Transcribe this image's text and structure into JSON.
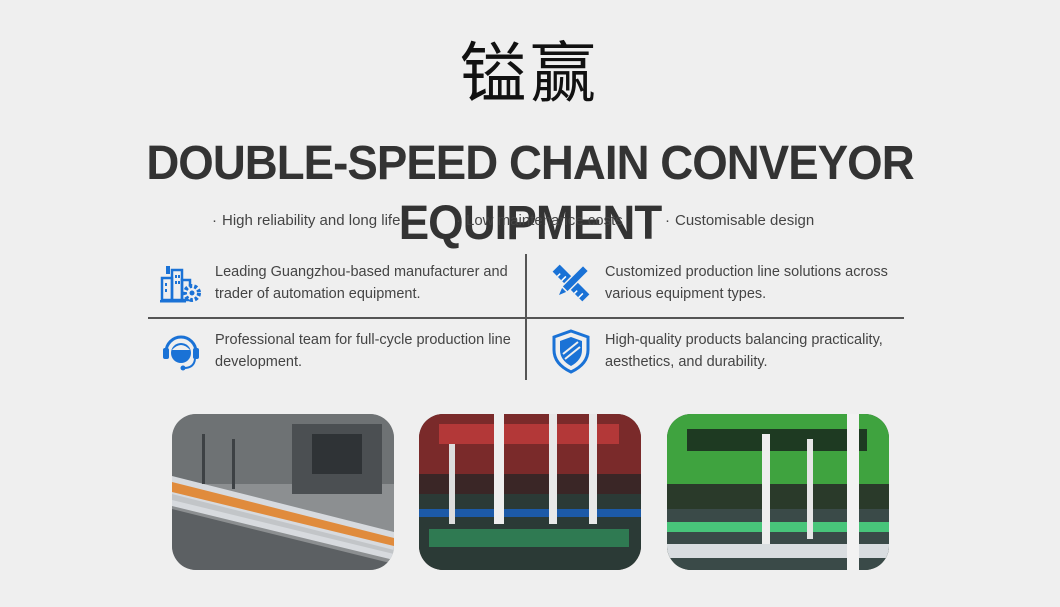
{
  "brand": {
    "logo_text": "镒赢"
  },
  "headline": "DOUBLE-SPEED CHAIN CONVEYOR EQUIPMENT",
  "features": [
    {
      "dot": "·",
      "label": "High reliability and long life"
    },
    {
      "dot": "·",
      "label": "Low maintenance costs"
    },
    {
      "dot": "·",
      "label": "Customisable design"
    }
  ],
  "highlights": [
    {
      "icon": "factory-gear-icon",
      "text": "Leading Guangzhou-based manufacturer and trader of automation equipment."
    },
    {
      "icon": "pencil-ruler-icon",
      "text": "Customized production line solutions across various equipment types."
    },
    {
      "icon": "headset-support-icon",
      "text": "Professional team for full-cycle production line development."
    },
    {
      "icon": "shield-quality-icon",
      "text": "High-quality products balancing practicality, aesthetics, and durability."
    }
  ],
  "colors": {
    "accent": "#1a72d6",
    "divider": "#555555",
    "background": "#efefef"
  }
}
